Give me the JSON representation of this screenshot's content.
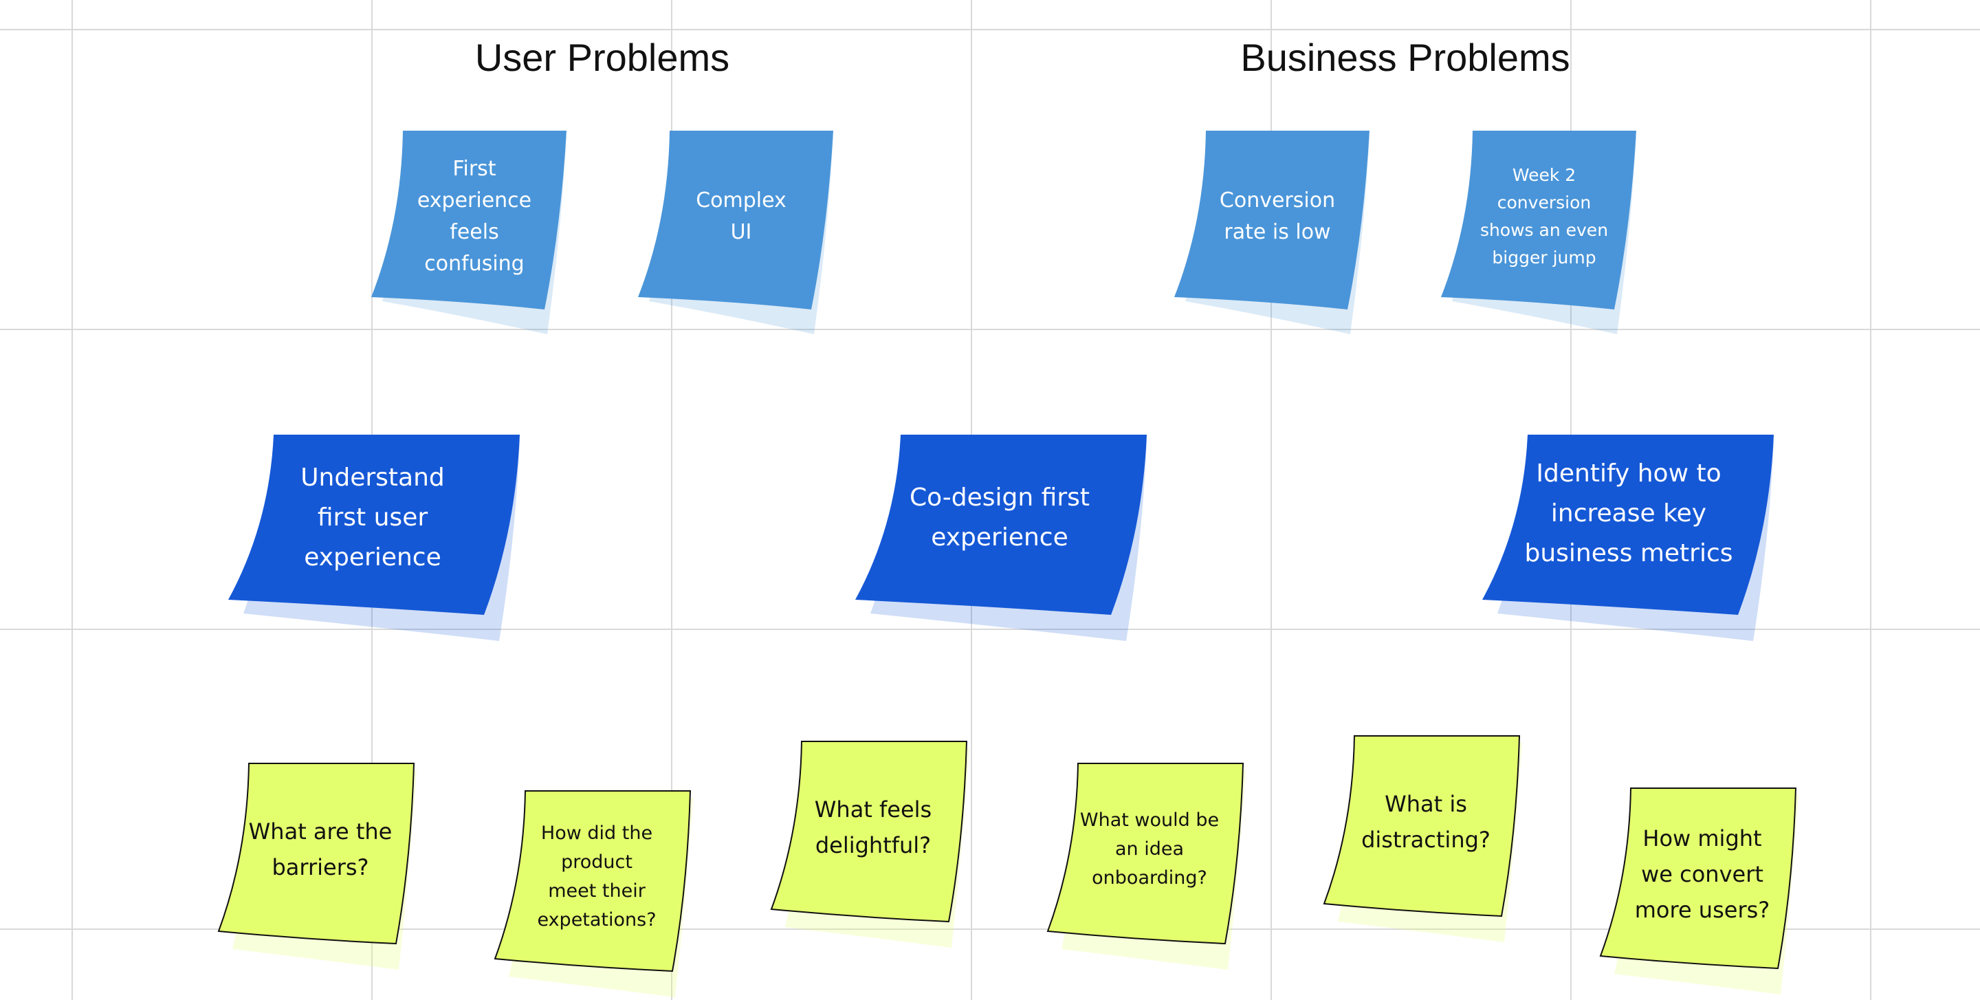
{
  "headings": {
    "user_problems": "User Problems",
    "business_problems": "Business Problems"
  },
  "colors": {
    "light_blue": "#4a95d9",
    "dark_blue": "#1558d6",
    "yellow": "#e4ff6e",
    "canvas_grid": "#d9d9d9"
  },
  "problem_notes": [
    {
      "lines": [
        "First",
        "experience",
        "feels confusing"
      ]
    },
    {
      "lines": [
        "Complex",
        "UI"
      ]
    },
    {
      "lines": [
        "Conversion",
        "rate is low"
      ]
    },
    {
      "lines": [
        "Week 2",
        "conversion",
        "shows an even",
        "bigger jump"
      ]
    }
  ],
  "goal_notes": [
    {
      "lines": [
        "Understand",
        "first user",
        "experience"
      ]
    },
    {
      "lines": [
        "Co-design first",
        "experience"
      ]
    },
    {
      "lines": [
        "Identify how to",
        "increase key",
        "business metrics"
      ]
    }
  ],
  "question_notes": [
    {
      "lines": [
        "What are the",
        "barriers?"
      ]
    },
    {
      "lines": [
        "How did the",
        "product",
        "meet their",
        "expetations?"
      ]
    },
    {
      "lines": [
        "What feels",
        "delightful?"
      ]
    },
    {
      "lines": [
        "What would be",
        "an idea",
        "onboarding?"
      ]
    },
    {
      "lines": [
        "What is",
        "distracting?"
      ]
    },
    {
      "lines": [
        "How might",
        "we convert",
        "more users?"
      ]
    }
  ]
}
